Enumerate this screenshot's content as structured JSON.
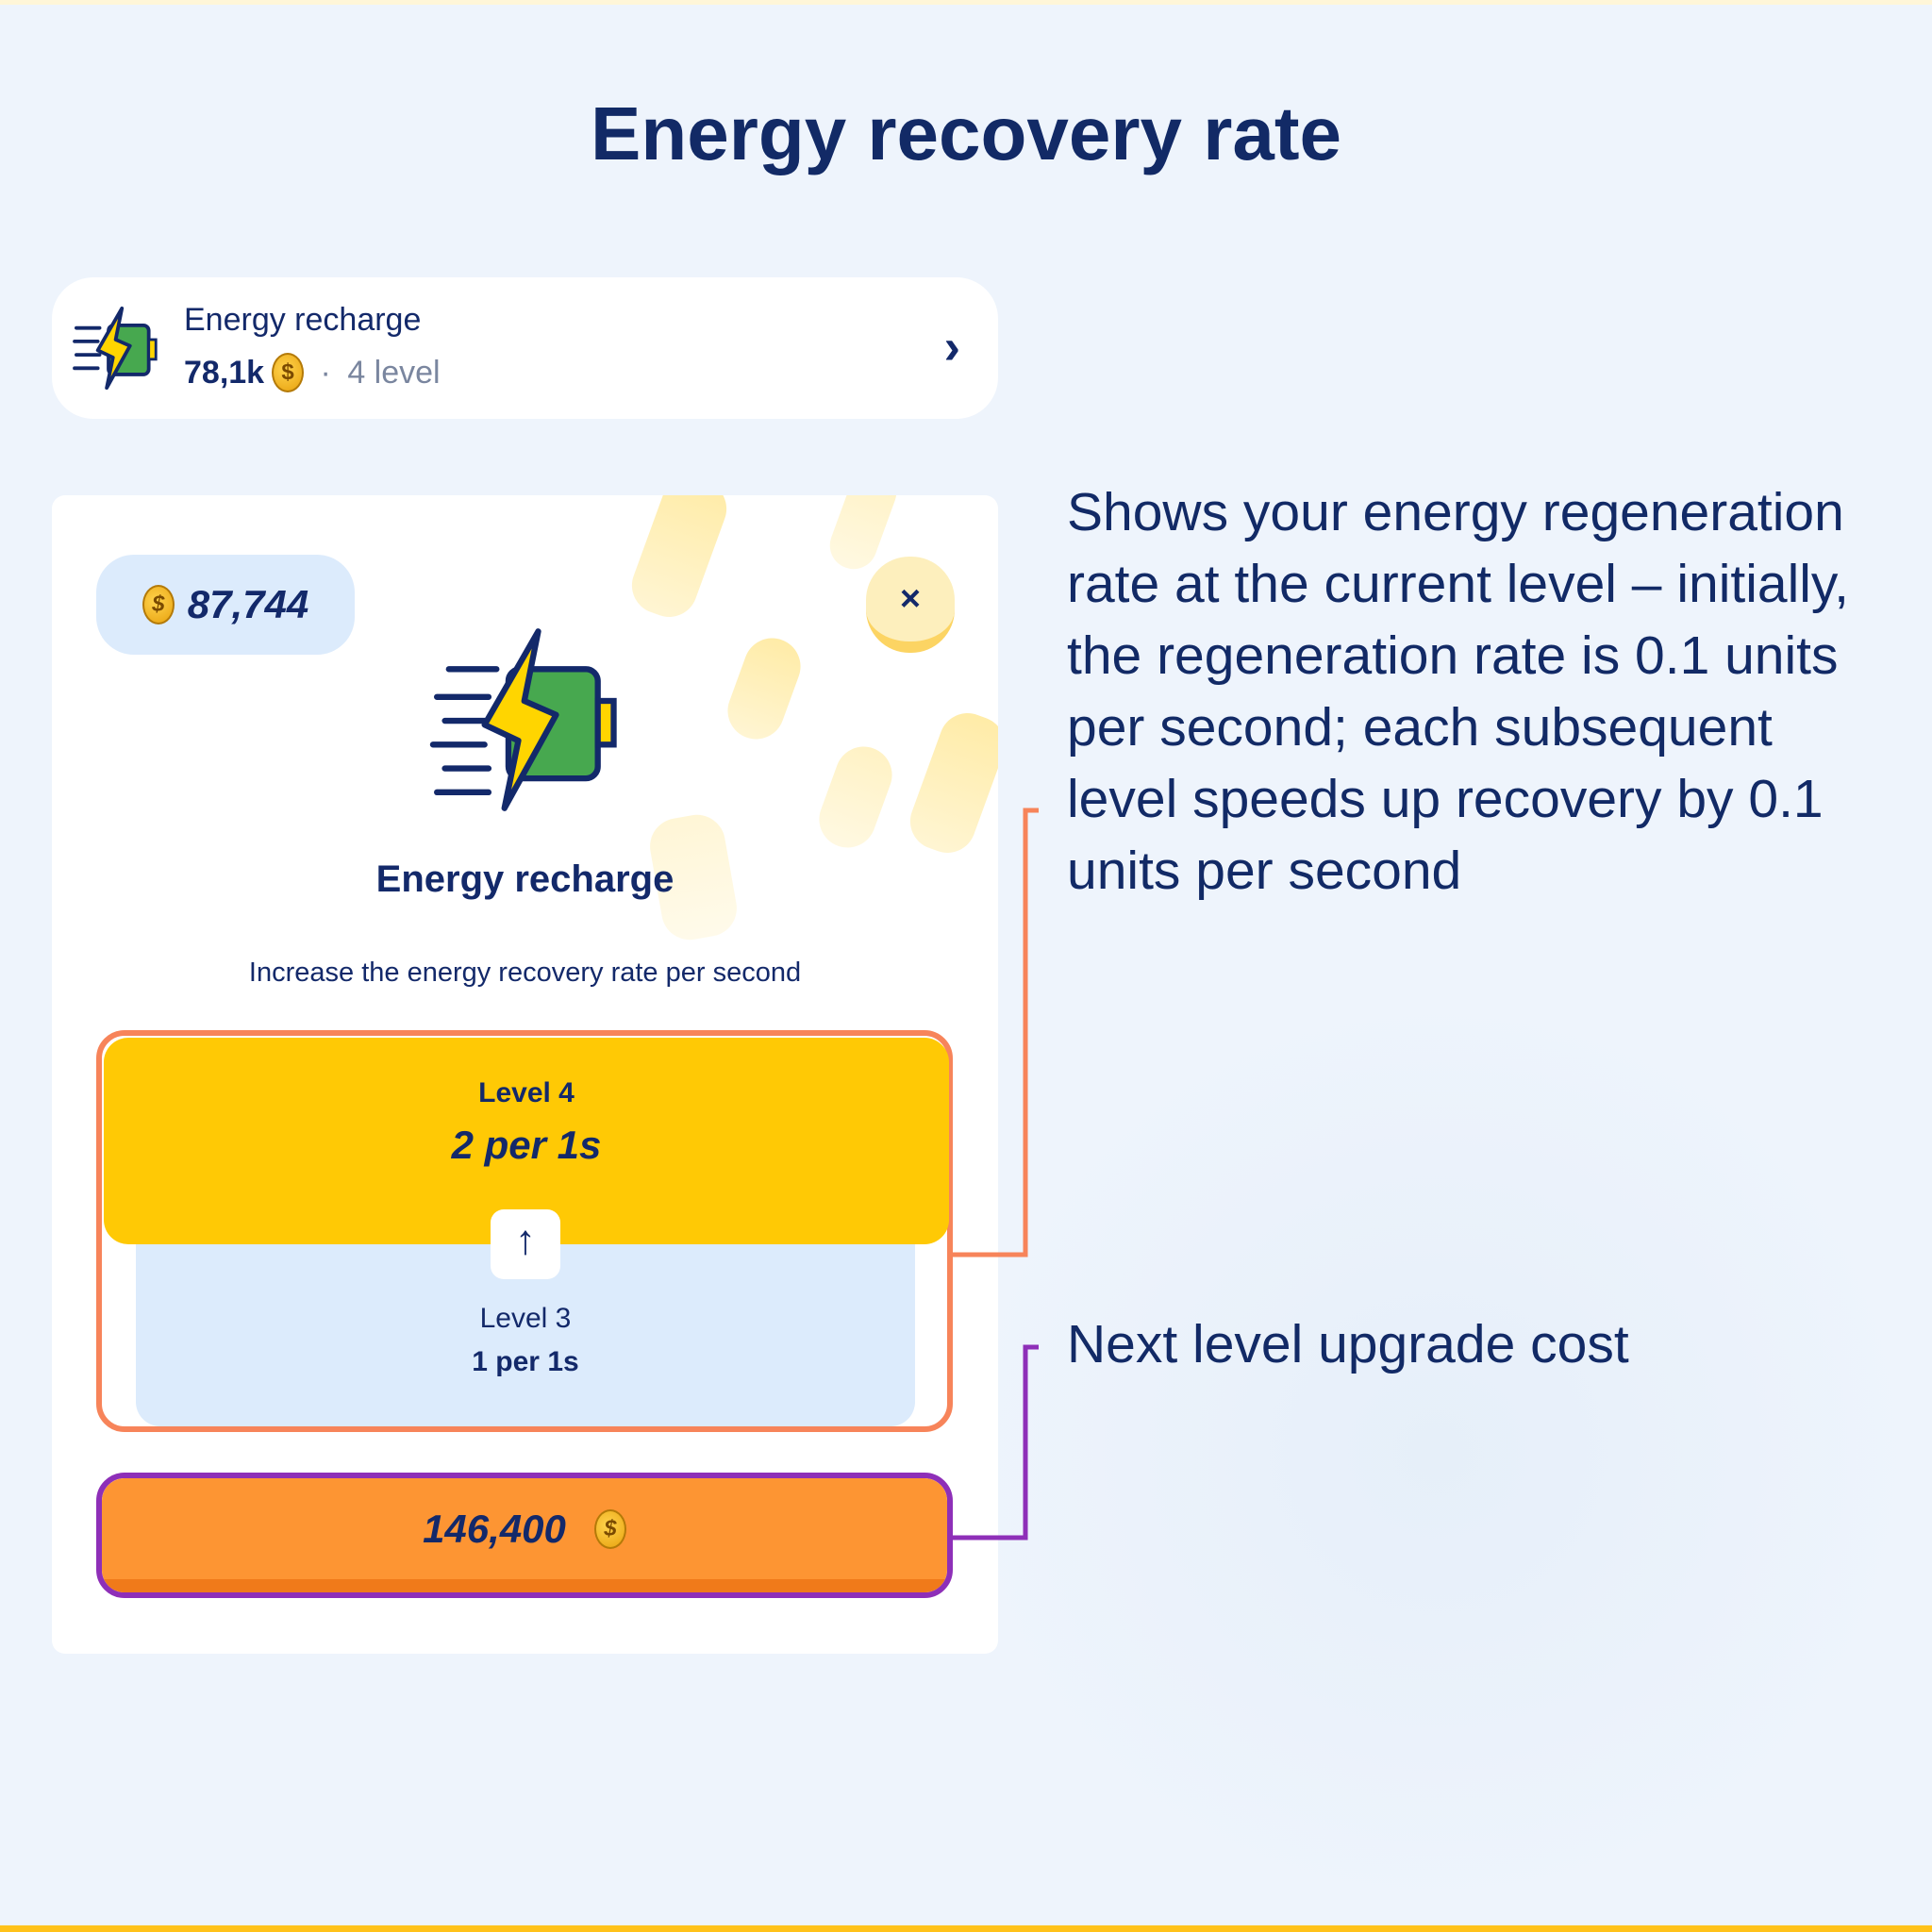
{
  "title": "Energy recovery rate",
  "booster_card": {
    "name": "Energy recharge",
    "cost": "78,1k",
    "level": "4 level"
  },
  "modal": {
    "balance": "87,744",
    "close_label": "×",
    "heading": "Energy recharge",
    "description": "Increase the energy recovery rate per second",
    "next_level": {
      "label": "Level 4",
      "value": "2 per 1s"
    },
    "current_level": {
      "label": "Level 3",
      "value": "1 per 1s"
    },
    "upgrade_cost": "146,400"
  },
  "annotations": {
    "rate": "Shows your energy regeneration rate at the current level – initially, the regeneration rate is 0.1 units per second; each subsequent level speeds up recovery by 0.1 units per second",
    "cost": "Next level upgrade cost"
  },
  "colors": {
    "navy": "#13296a",
    "yellow": "#ffc905",
    "orange": "#fd9533",
    "rate_outline": "#f7845a",
    "cost_outline": "#8e2fb8"
  }
}
